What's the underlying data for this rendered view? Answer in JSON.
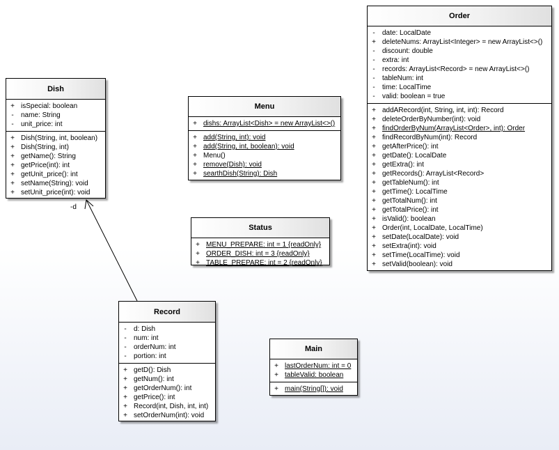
{
  "classes": {
    "dish": {
      "name": "Dish",
      "attributes": [
        {
          "vis": "+",
          "text": "isSpecial: boolean",
          "static": false
        },
        {
          "vis": "-",
          "text": "name: String",
          "static": false
        },
        {
          "vis": "-",
          "text": "unit_price: int",
          "static": false
        }
      ],
      "operations": [
        {
          "vis": "+",
          "text": "Dish(String, int, boolean)",
          "static": false
        },
        {
          "vis": "+",
          "text": "Dish(String, int)",
          "static": false
        },
        {
          "vis": "+",
          "text": "getName(): String",
          "static": false
        },
        {
          "vis": "+",
          "text": "getPrice(int): int",
          "static": false
        },
        {
          "vis": "+",
          "text": "getUnit_price(): int",
          "static": false
        },
        {
          "vis": "+",
          "text": "setName(String): void",
          "static": false
        },
        {
          "vis": "+",
          "text": "setUnit_price(int): void",
          "static": false
        }
      ]
    },
    "menu": {
      "name": "Menu",
      "attributes": [
        {
          "vis": "+",
          "text": "dishs: ArrayList<Dish> = new ArrayList<>()",
          "static": true
        }
      ],
      "operations": [
        {
          "vis": "+",
          "text": "add(String, int): void",
          "static": true
        },
        {
          "vis": "+",
          "text": "add(String, int, boolean): void",
          "static": true
        },
        {
          "vis": "+",
          "text": "Menu()",
          "static": false
        },
        {
          "vis": "+",
          "text": "remove(Dish): void",
          "static": true
        },
        {
          "vis": "+",
          "text": "searthDish(String): Dish",
          "static": true
        }
      ]
    },
    "status": {
      "name": "Status",
      "attributes": [
        {
          "vis": "+",
          "text": "MENU_PREPARE: int = 1 {readOnly}",
          "static": true
        },
        {
          "vis": "+",
          "text": "ORDER_DISH: int = 3 {readOnly}",
          "static": true
        },
        {
          "vis": "+",
          "text": "TABLE_PREPARE: int = 2 {readOnly}",
          "static": true
        }
      ],
      "operations": []
    },
    "order": {
      "name": "Order",
      "attributes": [
        {
          "vis": "-",
          "text": "date: LocalDate",
          "static": false
        },
        {
          "vis": "+",
          "text": "deleteNums: ArrayList<Integer> = new ArrayList<>()",
          "static": false
        },
        {
          "vis": "-",
          "text": "discount: double",
          "static": false
        },
        {
          "vis": "-",
          "text": "extra: int",
          "static": false
        },
        {
          "vis": "-",
          "text": "records: ArrayList<Record> = new ArrayList<>()",
          "static": false
        },
        {
          "vis": "-",
          "text": "tableNum: int",
          "static": false
        },
        {
          "vis": "-",
          "text": "time: LocalTime",
          "static": false
        },
        {
          "vis": "-",
          "text": "valid: boolean = true",
          "static": false
        }
      ],
      "operations": [
        {
          "vis": "+",
          "text": "addARecord(int, String, int, int): Record",
          "static": false
        },
        {
          "vis": "+",
          "text": "deleteOrderByNumber(int): void",
          "static": false
        },
        {
          "vis": "+",
          "text": "findOrderByNum(ArrayList<Order>, int): Order",
          "static": true
        },
        {
          "vis": "+",
          "text": "findRecordByNum(int): Record",
          "static": false
        },
        {
          "vis": "+",
          "text": "getAfterPrice(): int",
          "static": false
        },
        {
          "vis": "+",
          "text": "getDate(): LocalDate",
          "static": false
        },
        {
          "vis": "+",
          "text": "getExtra(): int",
          "static": false
        },
        {
          "vis": "+",
          "text": "getRecords(): ArrayList<Record>",
          "static": false
        },
        {
          "vis": "+",
          "text": "getTableNum(): int",
          "static": false
        },
        {
          "vis": "+",
          "text": "getTime(): LocalTime",
          "static": false
        },
        {
          "vis": "+",
          "text": "getTotalNum(): int",
          "static": false
        },
        {
          "vis": "+",
          "text": "getTotalPrice(): int",
          "static": false
        },
        {
          "vis": "+",
          "text": "isValid(): boolean",
          "static": false
        },
        {
          "vis": "+",
          "text": "Order(int, LocalDate, LocalTime)",
          "static": false
        },
        {
          "vis": "+",
          "text": "setDate(LocalDate): void",
          "static": false
        },
        {
          "vis": "+",
          "text": "setExtra(int): void",
          "static": false
        },
        {
          "vis": "+",
          "text": "setTime(LocalTime): void",
          "static": false
        },
        {
          "vis": "+",
          "text": "setValid(boolean): void",
          "static": false
        }
      ]
    },
    "record": {
      "name": "Record",
      "attributes": [
        {
          "vis": "-",
          "text": "d: Dish",
          "static": false
        },
        {
          "vis": "-",
          "text": "num: int",
          "static": false
        },
        {
          "vis": "-",
          "text": "orderNum: int",
          "static": false
        },
        {
          "vis": "-",
          "text": "portion: int",
          "static": false
        }
      ],
      "operations": [
        {
          "vis": "+",
          "text": "getD(): Dish",
          "static": false
        },
        {
          "vis": "+",
          "text": "getNum(): int",
          "static": false
        },
        {
          "vis": "+",
          "text": "getOrderNum(): int",
          "static": false
        },
        {
          "vis": "+",
          "text": "getPrice(): int",
          "static": false
        },
        {
          "vis": "+",
          "text": "Record(int, Dish, int, int)",
          "static": false
        },
        {
          "vis": "+",
          "text": "setOrderNum(int): void",
          "static": false
        }
      ]
    },
    "main": {
      "name": "Main",
      "attributes": [
        {
          "vis": "+",
          "text": "lastOrderNum: int = 0",
          "static": true
        },
        {
          "vis": "+",
          "text": "tableValid: boolean",
          "static": true
        }
      ],
      "operations": [
        {
          "vis": "+",
          "text": "main(String[]): void",
          "static": true
        }
      ]
    }
  },
  "associations": [
    {
      "from": "record",
      "to": "dish",
      "role": "-d"
    }
  ]
}
